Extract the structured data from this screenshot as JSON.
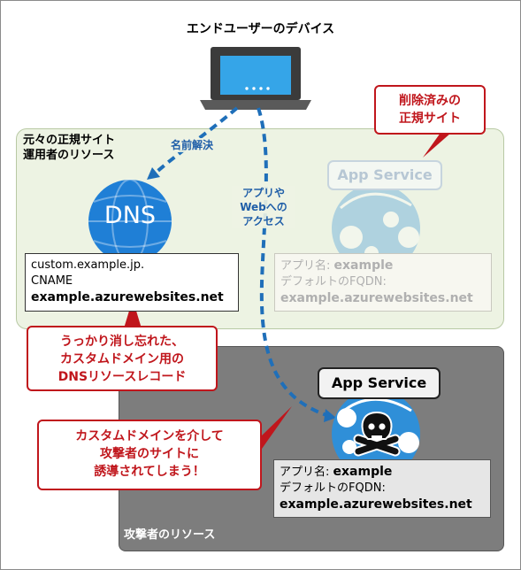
{
  "title": "エンドユーザーのデバイス",
  "origin_region": {
    "label_line1": "元々の正規サイト",
    "label_line2": "運用者のリソース"
  },
  "attacker_region": {
    "label": "攻撃者のリソース"
  },
  "edges": {
    "name_resolution": "名前解決",
    "access_line1": "アプリや",
    "access_line2": "Webへの",
    "access_line3": "アクセス"
  },
  "dns": {
    "icon_text": "DNS"
  },
  "dns_record": {
    "line1": "custom.example.jp.",
    "line2": "CNAME",
    "line3": "example.azurewebsites.net"
  },
  "deleted_site": {
    "service_label": "App Service",
    "info_line1_prefix": "アプリ名: ",
    "info_line1_value": "example",
    "info_line2": "デフォルトのFQDN:",
    "info_line3": "example.azurewebsites.net"
  },
  "attacker_site": {
    "service_label": "App Service",
    "info_line1_prefix": "アプリ名: ",
    "info_line1_value": "example",
    "info_line2": "デフォルトのFQDN:",
    "info_line3": "example.azurewebsites.net"
  },
  "callouts": {
    "deleted_line1": "削除済みの",
    "deleted_line2": "正規サイト",
    "forgot_line1": "うっかり消し忘れた、",
    "forgot_line2": "カスタムドメイン用の",
    "forgot_line3": "DNSリソースレコード",
    "mislead_line1": "カスタムドメインを介して",
    "mislead_line2": "攻撃者のサイトに",
    "mislead_line3": "誘導されてしまう！"
  },
  "colors": {
    "accent_blue": "#1f5ea8",
    "alert_red": "#c0161c",
    "azure_blue": "#1f7fd6"
  }
}
